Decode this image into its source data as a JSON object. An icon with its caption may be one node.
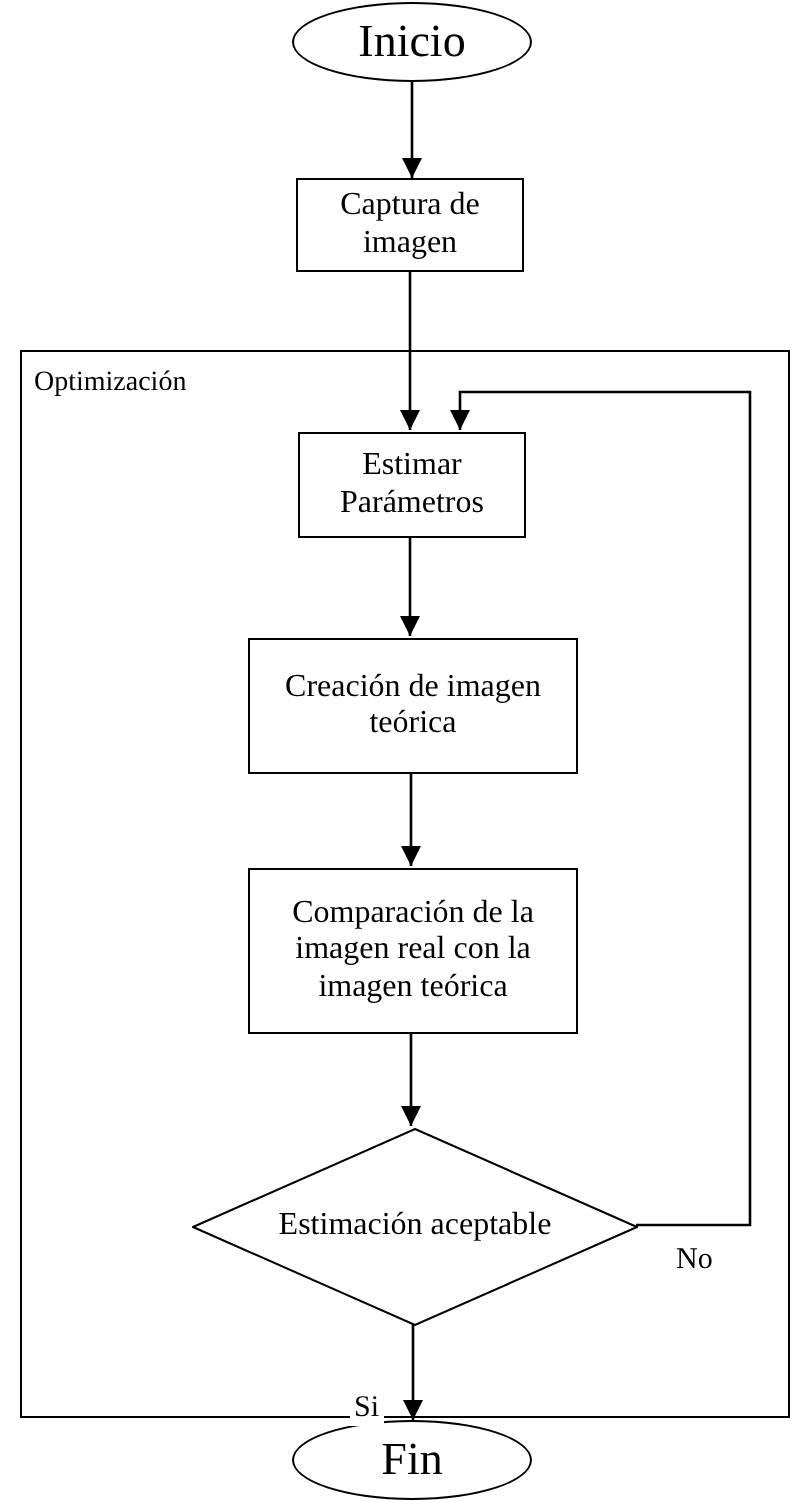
{
  "diagram": {
    "nodes": [
      {
        "text": [
          "Inicio"
        ]
      },
      {
        "text": [
          "Captura de imagen"
        ]
      },
      {
        "text": [
          "Optimización"
        ]
      },
      {
        "text": [
          "Estimar Parámetros"
        ],
        "in": 2
      },
      {
        "text": [
          "Creación de imagen teórica"
        ],
        "in": 2
      },
      {
        "text": [
          "Comparación de la imagen real con la imagen teórica"
        ],
        "in": 2
      },
      {
        "text": [
          "Estimación aceptable"
        ],
        "in": 2
      },
      {
        "text": [
          "Fin"
        ]
      }
    ],
    "edges": [
      {
        "from": 0,
        "to": 1,
        "arrow": "to"
      },
      {
        "from": 1,
        "to": 3,
        "arrow": "to"
      },
      {
        "from": 3,
        "to": 4,
        "arrow": "to"
      },
      {
        "from": 4,
        "to": 5,
        "arrow": "to"
      },
      {
        "from": 5,
        "to": 6,
        "arrow": "to"
      },
      {
        "from": 6,
        "to": 3,
        "arrow": "to",
        "label": "No"
      },
      {
        "from": 6,
        "to": 7,
        "arrow": "to",
        "label": "Si"
      }
    ]
  }
}
